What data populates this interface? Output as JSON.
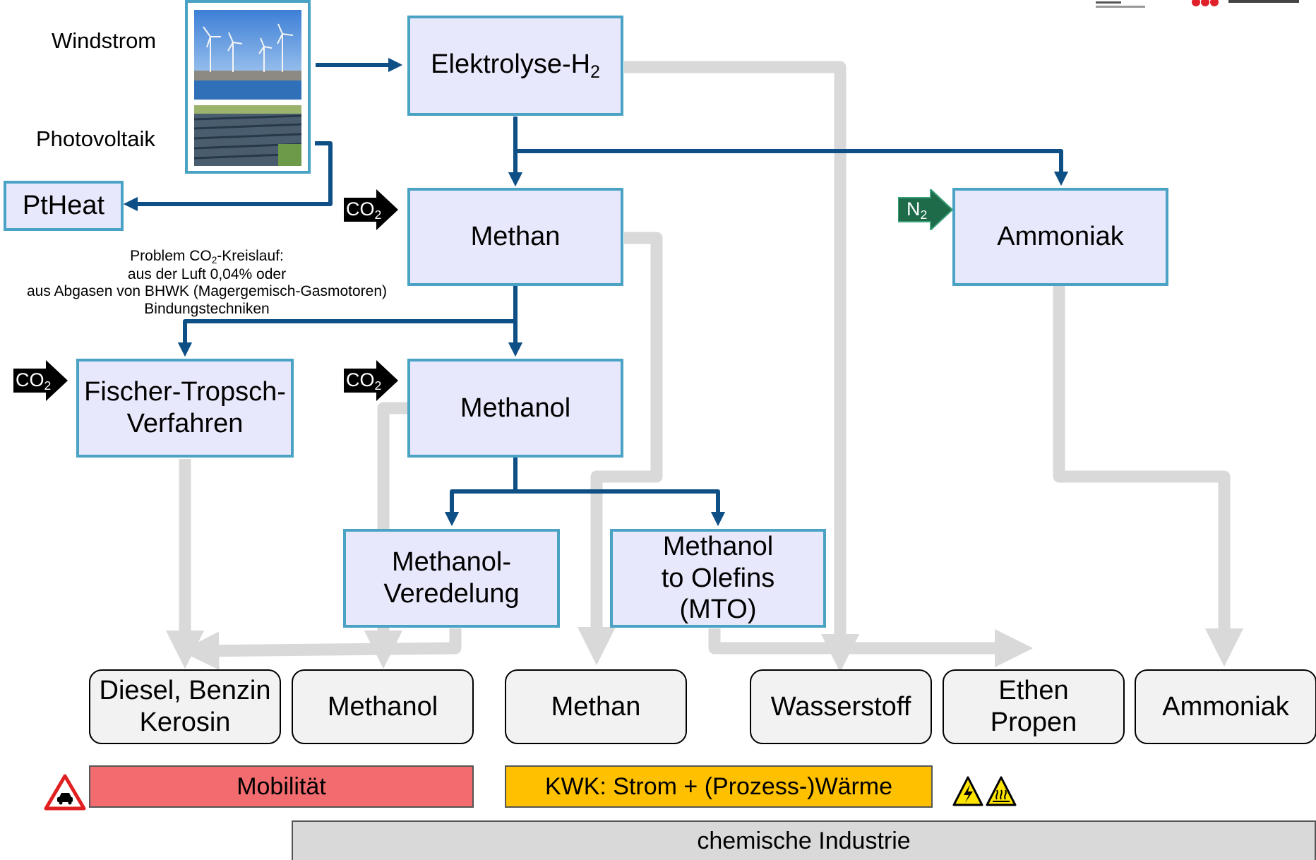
{
  "sources": {
    "wind_label": "Windstrom",
    "pv_label": "Photovoltaik"
  },
  "process": {
    "elektrolyse": {
      "label": "Elektrolyse-H",
      "sub": "2"
    },
    "ptheat": "PtHeat",
    "methan": "Methan",
    "ammoniak": "Ammoniak",
    "fischer_tropsch": [
      "Fischer-Tropsch-",
      "Verfahren"
    ],
    "methanol": "Methanol",
    "methanol_veredelung": [
      "Methanol-",
      "Veredelung"
    ],
    "mto": [
      "Methanol",
      "to Olefins",
      "(MTO)"
    ]
  },
  "inputs": {
    "co2": "CO",
    "co2_sub": "2",
    "n2": "N",
    "n2_sub": "2"
  },
  "note": {
    "line1_pre": "Problem CO",
    "line1_sub": "2",
    "line1_post": "-Kreislauf:",
    "line2": "aus der Luft 0,04% oder",
    "line3": "aus Abgasen von BHWK (Magergemisch-Gasmotoren)",
    "line4": "Bindungstechniken"
  },
  "products": [
    {
      "name": "product-diesel",
      "lines": [
        "Diesel, Benzin",
        "Kerosin"
      ]
    },
    {
      "name": "product-methanol",
      "lines": [
        "Methanol"
      ]
    },
    {
      "name": "product-methan",
      "lines": [
        "Methan"
      ]
    },
    {
      "name": "product-wasserstoff",
      "lines": [
        "Wasserstoff"
      ]
    },
    {
      "name": "product-ethen-propen",
      "lines": [
        "Ethen",
        "Propen"
      ]
    },
    {
      "name": "product-ammoniak",
      "lines": [
        "Ammoniak"
      ]
    }
  ],
  "sectors": {
    "mobilitaet": "Mobilität",
    "kwk": "KWK: Strom + (Prozess-)Wärme",
    "industrie": "chemische Industrie"
  },
  "colors": {
    "process_fill": "#e8e8fc",
    "process_border": "#4aa3c4",
    "flow_arrow": "#0e4f86",
    "product_arrow": "#d9d9d9",
    "mobilitaet": "#f26b6f",
    "kwk": "#ffc000",
    "industrie": "#d9d9d9",
    "n2_arrow": "#1e6b4a"
  },
  "icons": [
    "car-hazard-icon",
    "electric-hazard-icon",
    "hot-surface-icon",
    "university-logo-icon"
  ]
}
